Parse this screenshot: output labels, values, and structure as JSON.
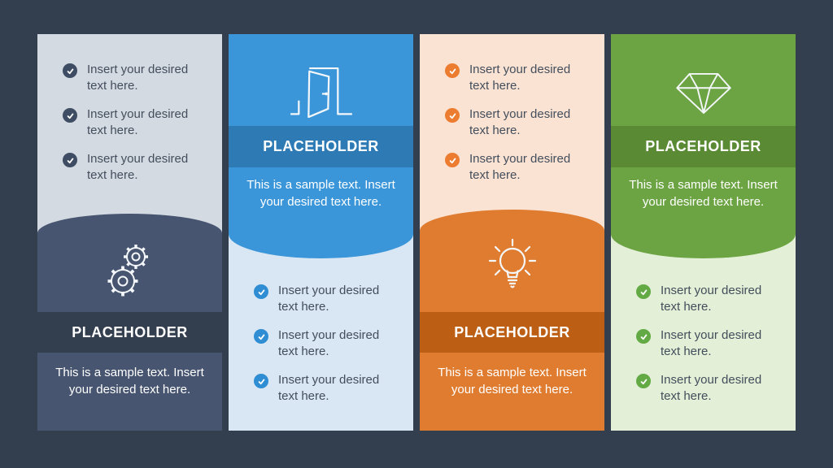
{
  "slide": {
    "background_color": "#333e4e",
    "bullet_item_text": "Insert your desired text here.",
    "columns": [
      {
        "theme": "slate",
        "layout": "bullets-top-icon-bottom",
        "icon": "gears-icon",
        "placeholder_label": "PLACEHOLDER",
        "sample_text": "This is a sample text. Insert your desired text here.",
        "bullets": [
          "Insert your desired text here.",
          "Insert your desired text here.",
          "Insert your desired text here."
        ],
        "colors": {
          "panel": "#d4dae2",
          "accent": "#475570",
          "band": "transparent",
          "check": "#3e4d63"
        }
      },
      {
        "theme": "blue",
        "layout": "icon-top-bullets-bottom",
        "icon": "door-icon",
        "placeholder_label": "PLACEHOLDER",
        "sample_text": "This is a sample text. Insert your desired text here.",
        "bullets": [
          "Insert your desired text here.",
          "Insert your desired text here.",
          "Insert your desired text here."
        ],
        "colors": {
          "panel": "#d9e6f4",
          "accent": "#3b96d9",
          "band": "#2d7ab5",
          "check": "#2f8ed3"
        }
      },
      {
        "theme": "orange",
        "layout": "bullets-top-icon-bottom",
        "icon": "lightbulb-icon",
        "placeholder_label": "PLACEHOLDER",
        "sample_text": "This is a sample text. Insert your desired text here.",
        "bullets": [
          "Insert your desired text here.",
          "Insert your desired text here.",
          "Insert your desired text here."
        ],
        "colors": {
          "panel": "#fbe3d4",
          "accent": "#e07c30",
          "band": "#bc5f14",
          "check": "#ec7c2f"
        }
      },
      {
        "theme": "green",
        "layout": "icon-top-bullets-bottom",
        "icon": "diamond-icon",
        "placeholder_label": "PLACEHOLDER",
        "sample_text": "This is a sample text. Insert your desired text here.",
        "bullets": [
          "Insert your desired text here.",
          "Insert your desired text here.",
          "Insert your desired text here."
        ],
        "colors": {
          "panel": "#e3efd6",
          "accent": "#6ca443",
          "band": "#5a8a33",
          "check": "#63aa45"
        }
      }
    ]
  }
}
